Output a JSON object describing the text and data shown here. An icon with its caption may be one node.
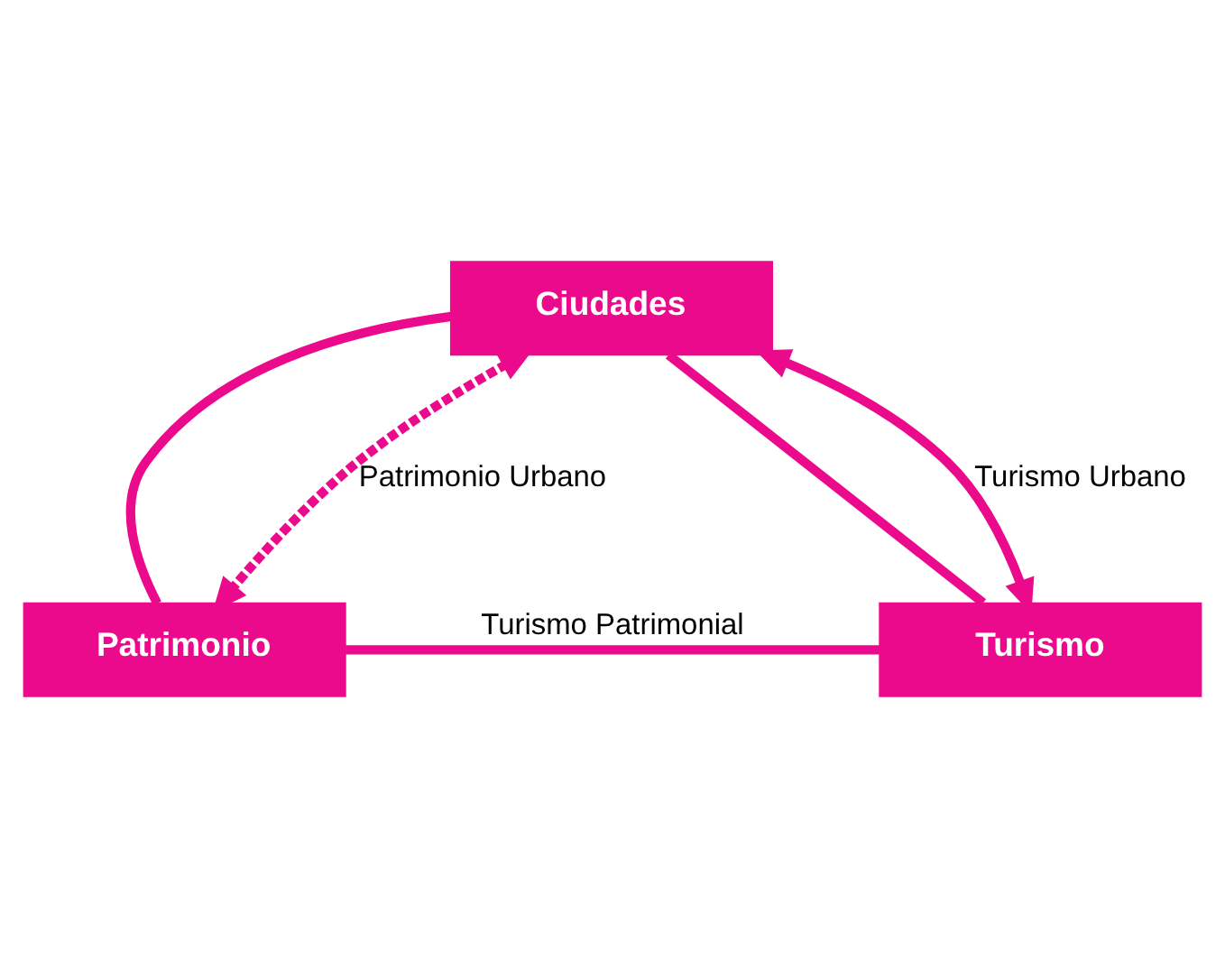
{
  "diagram": {
    "nodes": [
      {
        "text": [
          "Ciudades"
        ]
      },
      {
        "text": [
          "Patrimonio"
        ]
      },
      {
        "text": [
          "Turismo"
        ]
      }
    ],
    "edges": [
      {
        "from": 0,
        "to": 1,
        "arrow": "none"
      },
      {
        "from": 0,
        "to": 1,
        "arrow": "both",
        "style": "dashed",
        "label": "Patrimonio Urbano"
      },
      {
        "from": 0,
        "to": 2,
        "arrow": "none"
      },
      {
        "from": 0,
        "to": 2,
        "arrow": "both",
        "label": "Turismo Urbano"
      },
      {
        "from": 1,
        "to": 2,
        "arrow": "none",
        "label": "Turismo Patrimonial"
      }
    ]
  }
}
